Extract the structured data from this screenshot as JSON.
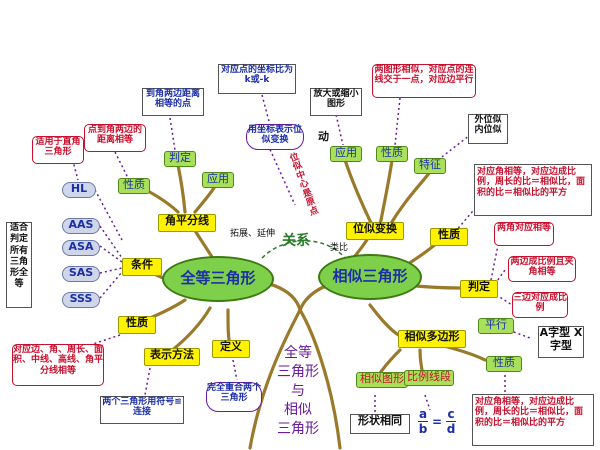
{
  "colors": {
    "branch": "#9a7a2a",
    "cloud": "#7ed04a",
    "yellow": "#fff200",
    "red": "#c8102e",
    "blue": "#1c2fa8",
    "purple": "#6a1b9a"
  },
  "center_title": {
    "line1": "全等",
    "line2": "三角形",
    "line3": "与",
    "line4": "相似",
    "line5": "三角形"
  },
  "relation": {
    "label": "关系",
    "left_label": "拓展、延伸",
    "right_label": "类比"
  },
  "congruent": {
    "title": "全等三角形",
    "angle_bisector": {
      "label": "角平分线",
      "judge": "判定",
      "property": "性质",
      "application": "应用",
      "note_equal_dist_points": "到角两边距离相等的点",
      "note_dist_equal": "点到角两边的距离相等"
    },
    "conditions": {
      "label": "条件",
      "hl": "HL",
      "hl_note": "适用于直角三角形",
      "aas": "AAS",
      "asa": "ASA",
      "sas": "SAS",
      "sss": "SSS",
      "side_note": "适合判定所有三角形全等"
    },
    "property": {
      "label": "性质",
      "note": "对应边、角、周长、面积、中线、高线、角平分线相等"
    },
    "notation": {
      "label": "表示方法",
      "note": "两个三角形用符号≌连接"
    },
    "definition": {
      "label": "定义",
      "note": "完全重合两个三角形"
    }
  },
  "similar": {
    "title": "相似三角形",
    "homothety": {
      "label": "位似变换",
      "coord_note": "用坐标表示位似变换",
      "vertical_note": "位似中心是原点",
      "ratio_note": "对应点的坐标比为k或-k",
      "application": "应用",
      "enlarge_note": "放大或缩小图形",
      "property": "性质",
      "property_note": "两图形相似，对应点的连线交于一点，对应边平行",
      "feature": "特征",
      "feature_note": "外位似 内位似",
      "move": "动"
    },
    "property": {
      "label": "性质",
      "note": "对应角相等，对应边成比例，周长的比＝相似比，面积的比＝相似比的平方"
    },
    "judge": {
      "label": "判定",
      "note1": "两角对应相等",
      "note2": "两边成比例且夹角相等",
      "note3": "三边对应成比例",
      "parallel": "平行",
      "az_note": "A字型 X字型"
    },
    "polygon": {
      "label": "相似多边形",
      "similar_figure": "相似图形",
      "shape_same": "形状相同",
      "ratio_segment": "比例线段",
      "formula": {
        "a": "a",
        "b": "b",
        "c": "c",
        "d": "d",
        "eq": "="
      },
      "property": "性质",
      "property_note": "对应角相等，对应边成比例，周长的比＝相似比，面积的比＝相似比的平方"
    }
  }
}
